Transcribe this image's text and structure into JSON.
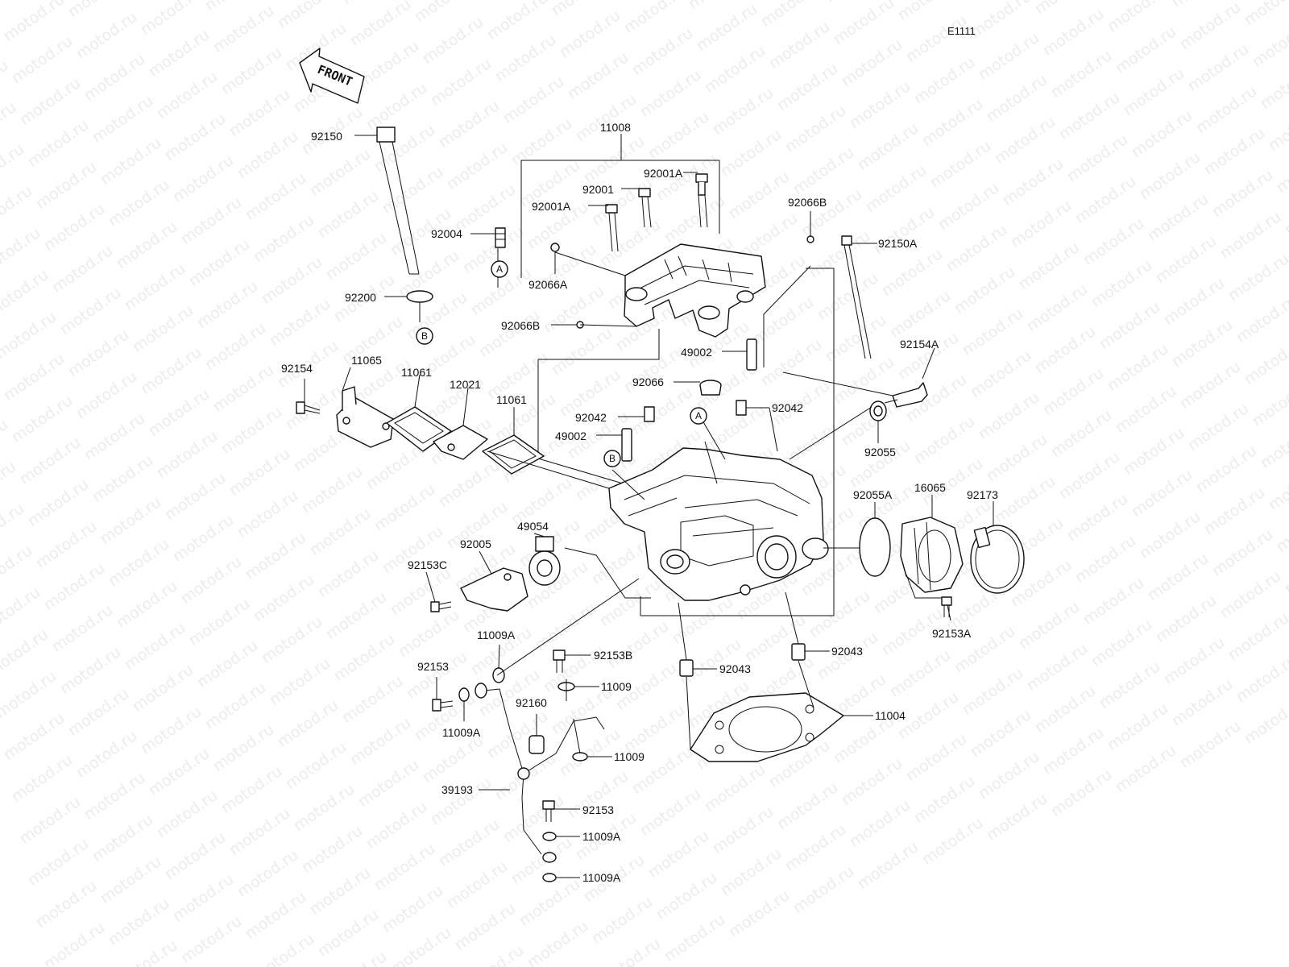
{
  "diagram": {
    "code": "E1111",
    "front_label": "FRONT",
    "watermark": "motod.ru",
    "callouts": [
      "A",
      "B"
    ],
    "parts": [
      {
        "id": "p11008",
        "label": "11008"
      },
      {
        "id": "p92001A_1",
        "label": "92001A"
      },
      {
        "id": "p92001",
        "label": "92001"
      },
      {
        "id": "p92001A_2",
        "label": "92001A"
      },
      {
        "id": "p92066B_1",
        "label": "92066B"
      },
      {
        "id": "p92150",
        "label": "92150"
      },
      {
        "id": "p92004",
        "label": "92004"
      },
      {
        "id": "p92066A",
        "label": "92066A"
      },
      {
        "id": "p92150A",
        "label": "92150A"
      },
      {
        "id": "p92200",
        "label": "92200"
      },
      {
        "id": "p92066B_2",
        "label": "92066B"
      },
      {
        "id": "p49002_1",
        "label": "49002"
      },
      {
        "id": "p92154A",
        "label": "92154A"
      },
      {
        "id": "p92154",
        "label": "92154"
      },
      {
        "id": "p11065",
        "label": "11065"
      },
      {
        "id": "p11061_1",
        "label": "11061"
      },
      {
        "id": "p12021",
        "label": "12021"
      },
      {
        "id": "p11061_2",
        "label": "11061"
      },
      {
        "id": "p92066",
        "label": "92066"
      },
      {
        "id": "p92042_1",
        "label": "92042"
      },
      {
        "id": "p92042_2",
        "label": "92042"
      },
      {
        "id": "p49002_2",
        "label": "49002"
      },
      {
        "id": "p92055",
        "label": "92055"
      },
      {
        "id": "p92055A",
        "label": "92055A"
      },
      {
        "id": "p16065",
        "label": "16065"
      },
      {
        "id": "p92173",
        "label": "92173"
      },
      {
        "id": "p49054",
        "label": "49054"
      },
      {
        "id": "p92005",
        "label": "92005"
      },
      {
        "id": "p92153C",
        "label": "92153C"
      },
      {
        "id": "p92153A",
        "label": "92153A"
      },
      {
        "id": "p11009A_1",
        "label": "11009A"
      },
      {
        "id": "p92153B",
        "label": "92153B"
      },
      {
        "id": "p92043_1",
        "label": "92043"
      },
      {
        "id": "p92043_2",
        "label": "92043"
      },
      {
        "id": "p92153_1",
        "label": "92153"
      },
      {
        "id": "p11009_1",
        "label": "11009"
      },
      {
        "id": "p92160",
        "label": "92160"
      },
      {
        "id": "p11004",
        "label": "11004"
      },
      {
        "id": "p11009A_2",
        "label": "11009A"
      },
      {
        "id": "p11009_2",
        "label": "11009"
      },
      {
        "id": "p39193",
        "label": "39193"
      },
      {
        "id": "p92153_2",
        "label": "92153"
      },
      {
        "id": "p11009A_3",
        "label": "11009A"
      },
      {
        "id": "p11009A_4",
        "label": "11009A"
      }
    ]
  }
}
